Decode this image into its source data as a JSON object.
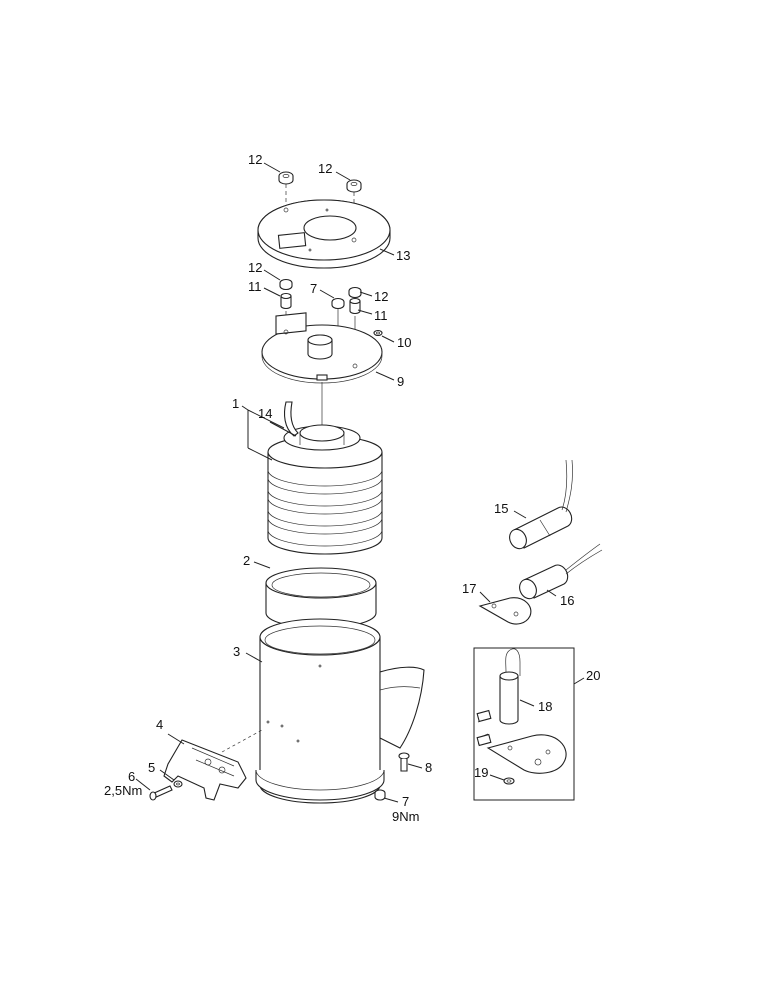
{
  "diagram": {
    "callouts": [
      {
        "id": "c12a",
        "text": "12"
      },
      {
        "id": "c12b",
        "text": "12"
      },
      {
        "id": "c13",
        "text": "13"
      },
      {
        "id": "c12c",
        "text": "12"
      },
      {
        "id": "c11a",
        "text": "11"
      },
      {
        "id": "c7a",
        "text": "7"
      },
      {
        "id": "c12d",
        "text": "12"
      },
      {
        "id": "c11b",
        "text": "11"
      },
      {
        "id": "c10",
        "text": "10"
      },
      {
        "id": "c9",
        "text": "9"
      },
      {
        "id": "c1",
        "text": "1"
      },
      {
        "id": "c14",
        "text": "14"
      },
      {
        "id": "c15",
        "text": "15"
      },
      {
        "id": "c2",
        "text": "2"
      },
      {
        "id": "c16",
        "text": "16"
      },
      {
        "id": "c17",
        "text": "17"
      },
      {
        "id": "c3",
        "text": "3"
      },
      {
        "id": "c20",
        "text": "20"
      },
      {
        "id": "c18",
        "text": "18"
      },
      {
        "id": "c4",
        "text": "4"
      },
      {
        "id": "c5",
        "text": "5"
      },
      {
        "id": "c8",
        "text": "8"
      },
      {
        "id": "c6",
        "text": "6"
      },
      {
        "id": "c6t",
        "text": "2,5Nm"
      },
      {
        "id": "c19",
        "text": "19"
      },
      {
        "id": "c7b",
        "text": "7"
      },
      {
        "id": "c7bt",
        "text": "9Nm"
      }
    ]
  }
}
